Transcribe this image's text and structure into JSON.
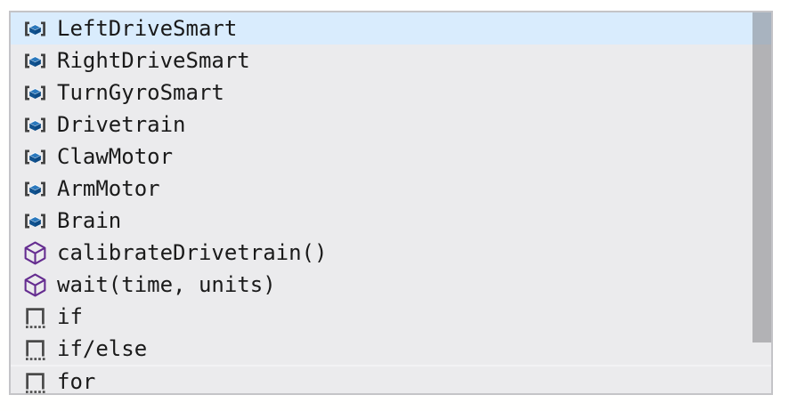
{
  "popup": {
    "items": [
      {
        "label": "LeftDriveSmart",
        "kind": "variable",
        "selected": true
      },
      {
        "label": "RightDriveSmart",
        "kind": "variable",
        "selected": false
      },
      {
        "label": "TurnGyroSmart",
        "kind": "variable",
        "selected": false
      },
      {
        "label": "Drivetrain",
        "kind": "variable",
        "selected": false
      },
      {
        "label": "ClawMotor",
        "kind": "variable",
        "selected": false
      },
      {
        "label": "ArmMotor",
        "kind": "variable",
        "selected": false
      },
      {
        "label": "Brain",
        "kind": "variable",
        "selected": false
      },
      {
        "label": "calibrateDrivetrain()",
        "kind": "function",
        "selected": false
      },
      {
        "label": "wait(time, units)",
        "kind": "function",
        "selected": false
      },
      {
        "label": "if",
        "kind": "snippet",
        "selected": false
      },
      {
        "label": "if/else",
        "kind": "snippet",
        "selected": false
      },
      {
        "label": "for",
        "kind": "snippet",
        "selected": false
      }
    ],
    "colors": {
      "selected_row_bg": "#d9ecfd",
      "row_bg": "#ebebed",
      "border": "#c4c4c7",
      "text": "#1a1a1a",
      "icon_bracket_gray": "#404040",
      "variable_box_blue_top": "#2a78bd",
      "variable_box_blue_left": "#10528f",
      "variable_box_blue_right": "#0c4a85",
      "method_icon_purple": "#652d90",
      "snippet_icon_gray": "#4a4a4a",
      "scrollbar_thumb": "rgba(100,100,105,0.42)"
    }
  }
}
